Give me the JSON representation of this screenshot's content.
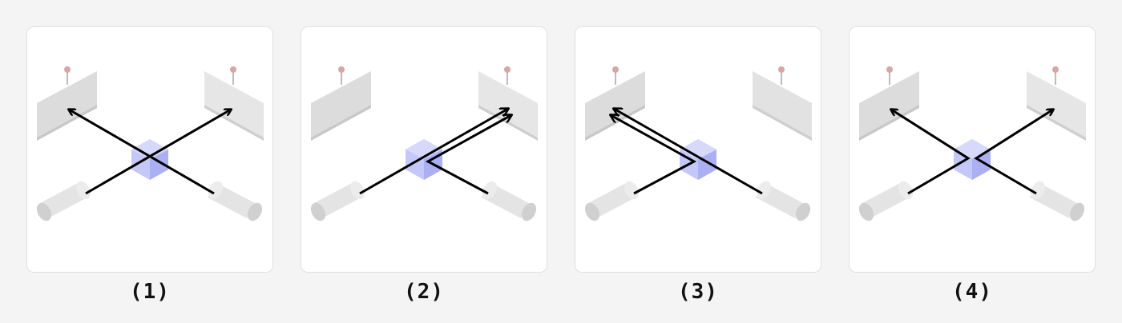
{
  "figure": {
    "panels": [
      {
        "label": "(1)",
        "case": "both-paths-cross"
      },
      {
        "label": "(2)",
        "case": "both-to-right-detector"
      },
      {
        "label": "(3)",
        "case": "both-to-left-detector"
      },
      {
        "label": "(4)",
        "case": "both-paths-cross-split"
      }
    ]
  },
  "colors": {
    "beam": "#000000",
    "splitter": "#b9bdf6",
    "detector": "#e2e2e2",
    "source": "#e6e6e6",
    "pin": "#d9a6a6"
  }
}
